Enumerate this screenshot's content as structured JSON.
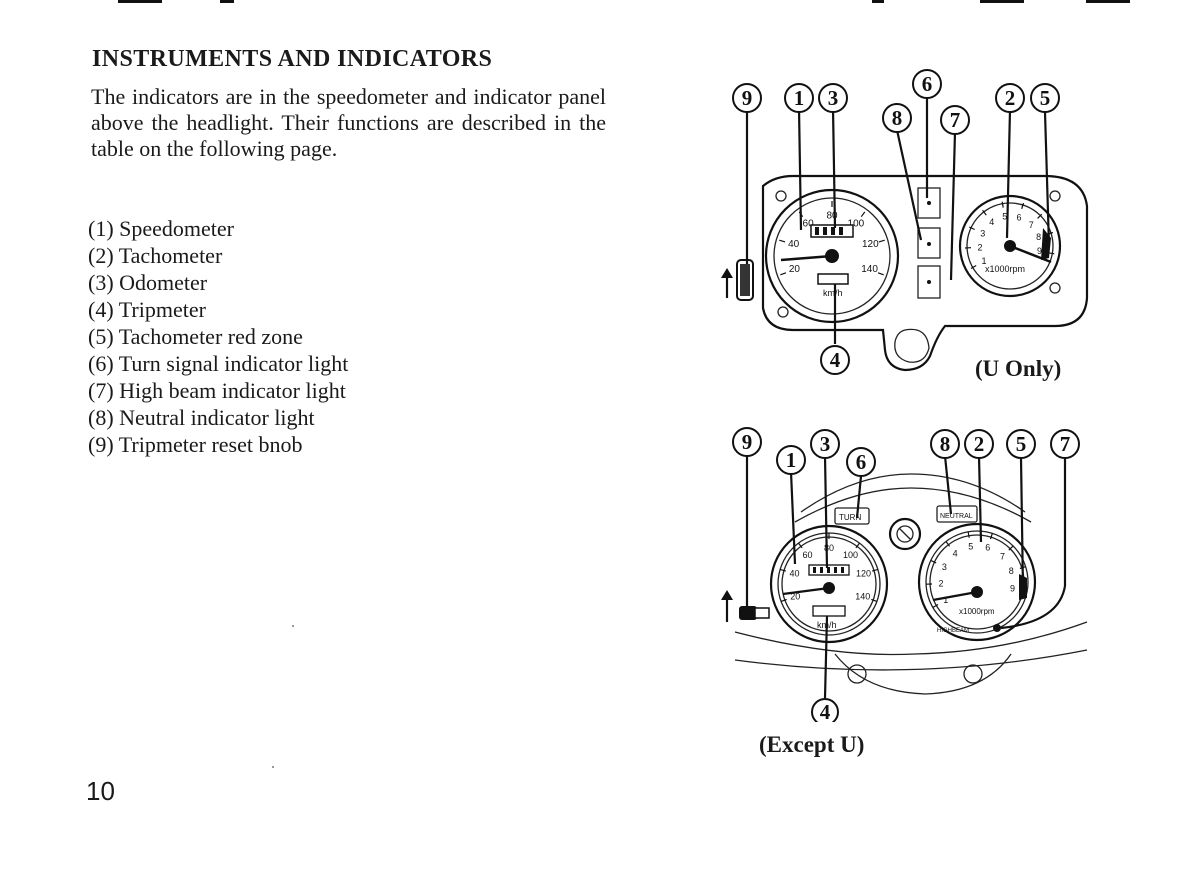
{
  "section": {
    "title": "INSTRUMENTS AND INDICATORS",
    "intro": "The indicators are in the speedometer and indicator panel above the headlight. Their functions are described in the table on the following page."
  },
  "parts": [
    {
      "num": "(1)",
      "label": "Speedometer"
    },
    {
      "num": "(2)",
      "label": "Tachometer"
    },
    {
      "num": "(3)",
      "label": "Odometer"
    },
    {
      "num": "(4)",
      "label": "Tripmeter"
    },
    {
      "num": "(5)",
      "label": "Tachometer red zone"
    },
    {
      "num": "(6)",
      "label": "Turn signal indicator light"
    },
    {
      "num": "(7)",
      "label": "High beam indicator light"
    },
    {
      "num": "(8)",
      "label": "Neutral indicator light"
    },
    {
      "num": "(9)",
      "label": "Tripmeter reset bnob"
    }
  ],
  "figures": {
    "top": {
      "caption": "(U Only)",
      "callouts": [
        "9",
        "1",
        "3",
        "6",
        "8",
        "7",
        "2",
        "5",
        "4"
      ],
      "speedo_ticks": [
        "20",
        "40",
        "60",
        "80",
        "100",
        "120",
        "140"
      ],
      "speedo_unit": "km/h",
      "tacho_ticks": [
        "1",
        "2",
        "3",
        "4",
        "5",
        "6",
        "7",
        "8",
        "9"
      ],
      "tacho_unit": "x1000rpm"
    },
    "bottom": {
      "caption": "(Except U)",
      "callouts": [
        "9",
        "1",
        "3",
        "6",
        "8",
        "2",
        "5",
        "7",
        "4"
      ],
      "turn_label": "TURN",
      "neutral_label": "NEUTRAL",
      "speedo_ticks": [
        "20",
        "40",
        "60",
        "80",
        "100",
        "120",
        "140"
      ],
      "speedo_unit": "km/h",
      "tacho_ticks": [
        "1",
        "2",
        "3",
        "4",
        "5",
        "6",
        "7",
        "8",
        "9"
      ],
      "tacho_unit": "x1000rpm",
      "hibeam_label": "HIGHBEAM"
    }
  },
  "page": {
    "number": "10"
  }
}
